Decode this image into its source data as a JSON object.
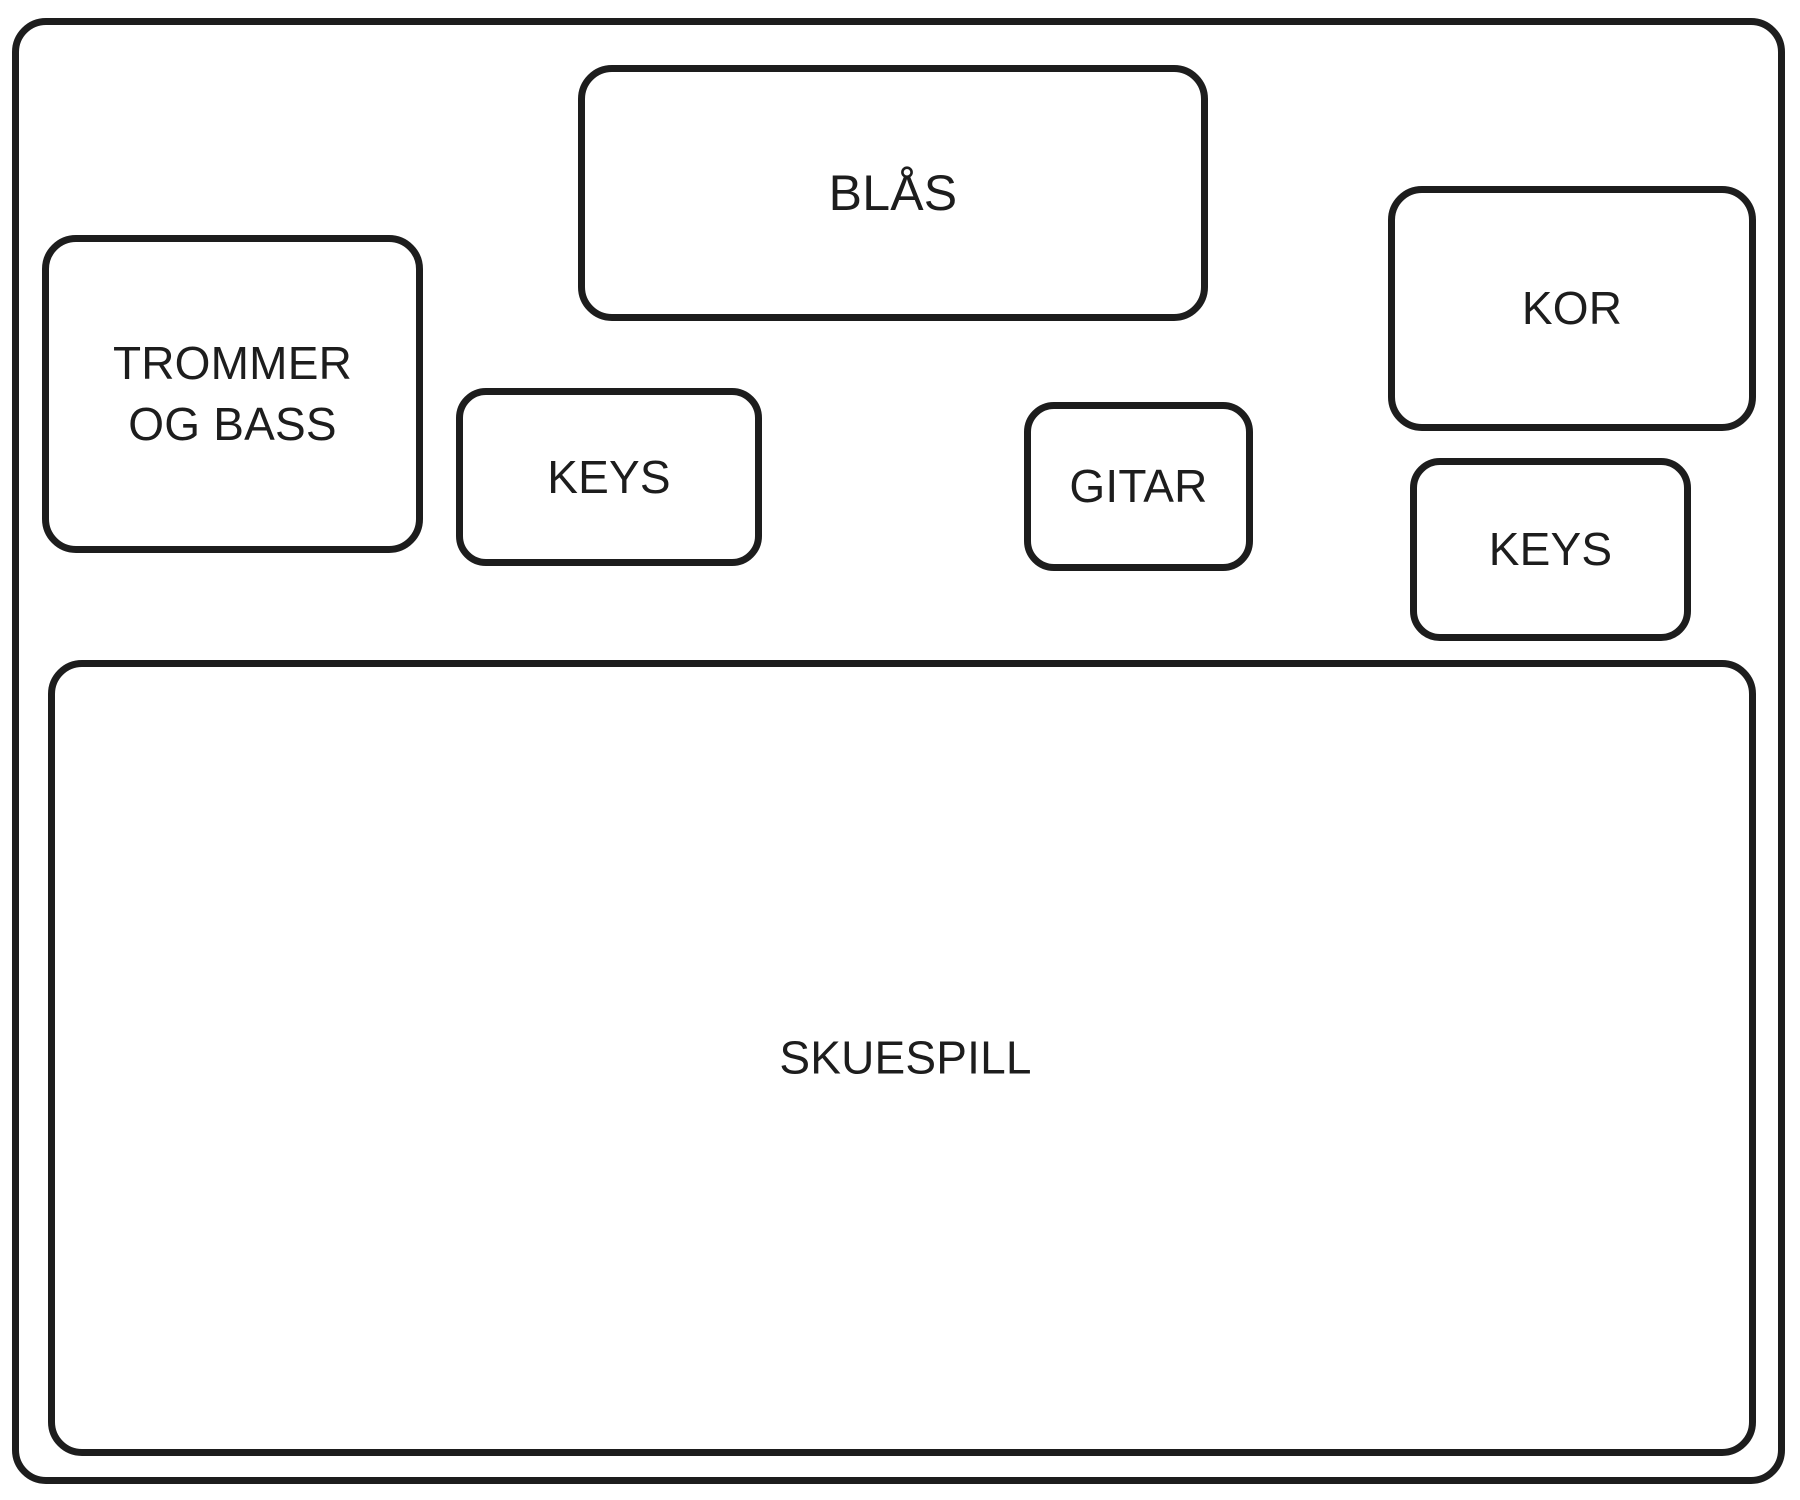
{
  "diagram": {
    "type": "stage-layout-diagram",
    "background_color": "#ffffff",
    "stroke_color": "#1d1d1d",
    "frame": {
      "name": "stage-frame",
      "label": ""
    },
    "nodes": [
      {
        "id": "blas",
        "label": "BLÅS"
      },
      {
        "id": "trommer_og_bass",
        "label": "TROMMER\nOG BASS"
      },
      {
        "id": "kor",
        "label": "KOR"
      },
      {
        "id": "keys_left",
        "label": "KEYS"
      },
      {
        "id": "gitar",
        "label": "GITAR"
      },
      {
        "id": "keys_right",
        "label": "KEYS"
      },
      {
        "id": "skuespill",
        "label": "SKUESPILL"
      }
    ]
  }
}
